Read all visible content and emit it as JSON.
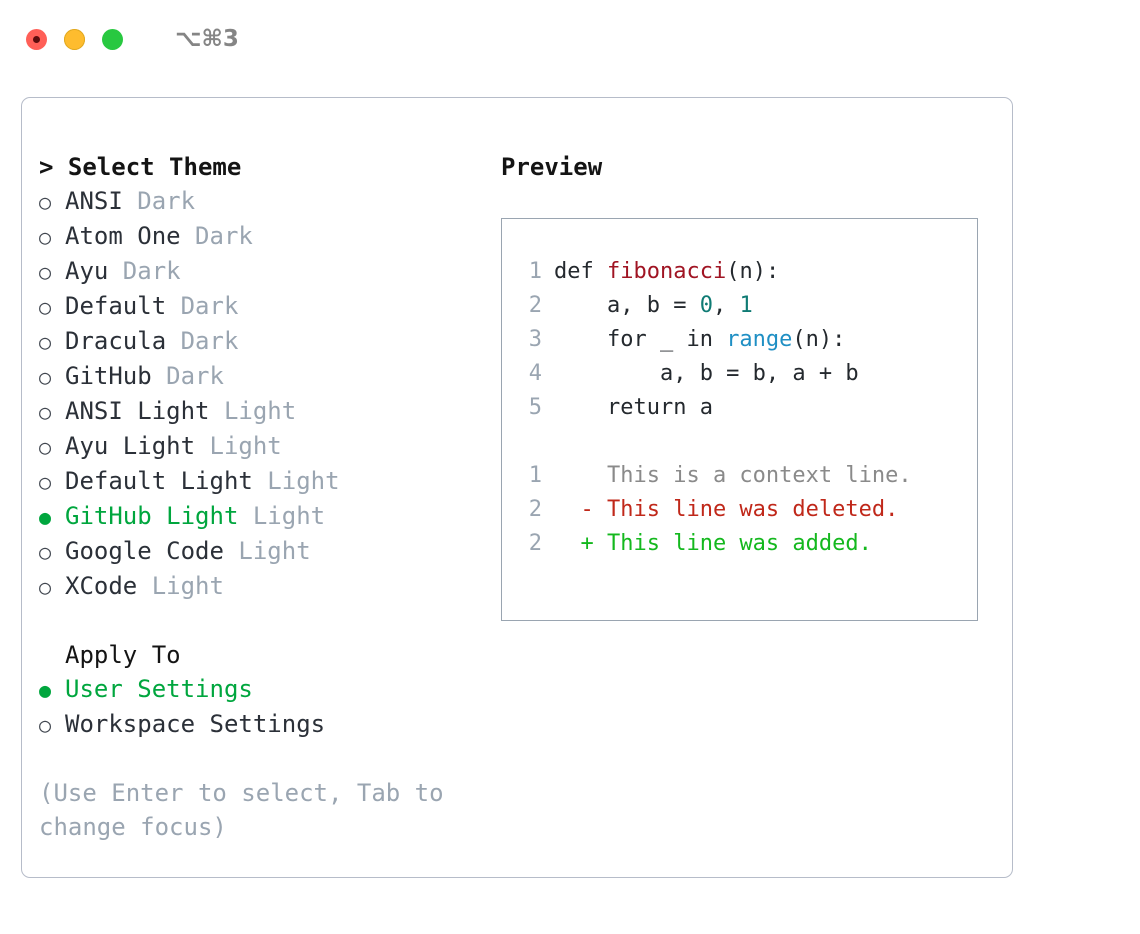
{
  "titlebar": {
    "shortcut": "⌥⌘3",
    "buttons": [
      {
        "name": "close",
        "color": "#ff5f57"
      },
      {
        "name": "minimize",
        "color": "#febc2e"
      },
      {
        "name": "zoom",
        "color": "#28c840"
      }
    ]
  },
  "theme_picker": {
    "heading": "> Select Theme",
    "marker_unselected": "○",
    "marker_selected": "●",
    "accent_color": "#00a63e",
    "items": [
      {
        "label": "ANSI",
        "badge": "Dark",
        "selected": false
      },
      {
        "label": "Atom One",
        "badge": "Dark",
        "selected": false
      },
      {
        "label": "Ayu",
        "badge": "Dark",
        "selected": false
      },
      {
        "label": "Default",
        "badge": "Dark",
        "selected": false
      },
      {
        "label": "Dracula",
        "badge": "Dark",
        "selected": false
      },
      {
        "label": "GitHub",
        "badge": "Dark",
        "selected": false
      },
      {
        "label": "ANSI Light",
        "badge": "Light",
        "selected": false
      },
      {
        "label": "Ayu Light",
        "badge": "Light",
        "selected": false
      },
      {
        "label": "Default Light",
        "badge": "Light",
        "selected": false
      },
      {
        "label": "GitHub Light",
        "badge": "Light",
        "selected": true
      },
      {
        "label": "Google Code",
        "badge": "Light",
        "selected": false
      },
      {
        "label": "XCode",
        "badge": "Light",
        "selected": false
      }
    ]
  },
  "apply_to": {
    "heading": "Apply To",
    "items": [
      {
        "label": "User Settings",
        "selected": true
      },
      {
        "label": "Workspace Settings",
        "selected": false
      }
    ]
  },
  "hint": "(Use Enter to select, Tab to change focus)",
  "preview": {
    "title": "Preview",
    "code_lines": [
      {
        "no": "1",
        "segments": [
          {
            "text": "def ",
            "tok": "plain"
          },
          {
            "text": "fibonacci",
            "tok": "fn"
          },
          {
            "text": "(n):",
            "tok": "plain"
          }
        ]
      },
      {
        "no": "2",
        "segments": [
          {
            "text": "    a, b = ",
            "tok": "plain"
          },
          {
            "text": "0",
            "tok": "num"
          },
          {
            "text": ", ",
            "tok": "plain"
          },
          {
            "text": "1",
            "tok": "num"
          }
        ]
      },
      {
        "no": "3",
        "segments": [
          {
            "text": "    for _ in ",
            "tok": "plain"
          },
          {
            "text": "range",
            "tok": "kw"
          },
          {
            "text": "(n):",
            "tok": "plain"
          }
        ]
      },
      {
        "no": "4",
        "segments": [
          {
            "text": "        a, b = b, a + b",
            "tok": "plain"
          }
        ]
      },
      {
        "no": "5",
        "segments": [
          {
            "text": "    return a",
            "tok": "plain"
          }
        ]
      }
    ],
    "diff_lines": [
      {
        "no": "1",
        "sign": "  ",
        "text": "This is a context line.",
        "kind": "ctx"
      },
      {
        "no": "2",
        "sign": "- ",
        "text": "This line was deleted.",
        "kind": "del"
      },
      {
        "no": "2",
        "sign": "+ ",
        "text": "This line was added.",
        "kind": "add"
      }
    ],
    "colors": {
      "function": "#a01423",
      "number": "#0f7b74",
      "keyword": "#1f8fc4",
      "context": "#8a8a8a",
      "deleted": "#c0281a",
      "added": "#14b81e",
      "lineno": "#9aa5b1",
      "border": "#9aa5b1"
    }
  }
}
